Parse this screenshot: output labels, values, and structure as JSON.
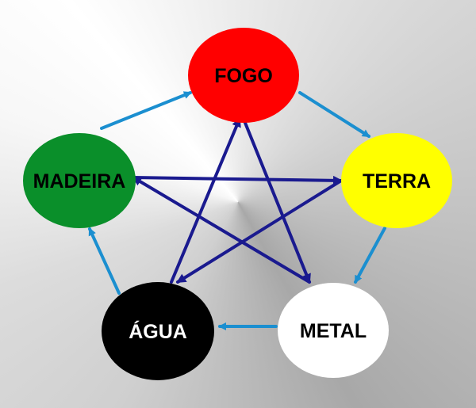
{
  "nodes": {
    "fogo": {
      "label": "FOGO",
      "fill": "#ff0000",
      "text_color": "#000000"
    },
    "terra": {
      "label": "TERRA",
      "fill": "#ffff00",
      "text_color": "#000000"
    },
    "metal": {
      "label": "METAL",
      "fill": "#ffffff",
      "text_color": "#000000"
    },
    "agua": {
      "label": "ÁGUA",
      "fill": "#000000",
      "text_color": "#ffffff"
    },
    "madeira": {
      "label": "MADEIRA",
      "fill": "#0a8f2a",
      "text_color": "#000000"
    }
  },
  "colors": {
    "cycle_arrow": "#1b8fd0",
    "star_arrow": "#1a1a8f"
  },
  "cycle_edges": [
    [
      "fogo",
      "terra"
    ],
    [
      "terra",
      "metal"
    ],
    [
      "metal",
      "agua"
    ],
    [
      "agua",
      "madeira"
    ],
    [
      "madeira",
      "fogo"
    ]
  ],
  "star_edges": [
    [
      "fogo",
      "metal"
    ],
    [
      "metal",
      "madeira"
    ],
    [
      "madeira",
      "terra"
    ],
    [
      "terra",
      "agua"
    ],
    [
      "agua",
      "fogo"
    ]
  ]
}
